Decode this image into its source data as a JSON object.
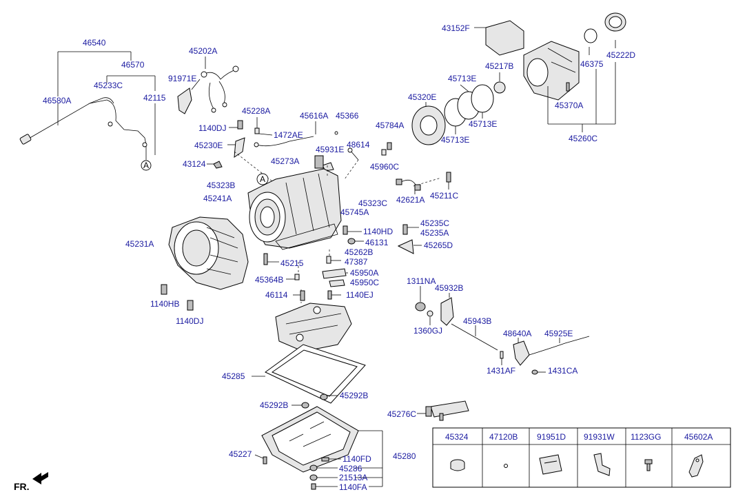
{
  "labels": {
    "l46540": "46540",
    "l46570": "46570",
    "l46580A": "46580A",
    "l45233C": "45233C",
    "l42115": "42115",
    "l45202A": "45202A",
    "l91971E": "91971E",
    "l45228A": "45228A",
    "l1140DJ_a": "1140DJ",
    "l1472AE": "1472AE",
    "l45230E": "45230E",
    "l45616A": "45616A",
    "l45366": "45366",
    "l43124": "43124",
    "l45273A": "45273A",
    "l45931E": "45931E",
    "l48614": "48614",
    "l45323B": "45323B",
    "l45241A": "45241A",
    "l45745A": "45745A",
    "l45323C": "45323C",
    "l45231A": "45231A",
    "l1140HD": "1140HD",
    "l46131": "46131",
    "l45215": "45215",
    "l45262B": "45262B",
    "l47387": "47387",
    "l45364B": "45364B",
    "l45950A": "45950A",
    "l45950C": "45950C",
    "l46114": "46114",
    "l1140EJ": "1140EJ",
    "l1140HB": "1140HB",
    "l1140DJ_b": "1140DJ",
    "l45285": "45285",
    "l45292B_a": "45292B",
    "l45292B_b": "45292B",
    "l45227": "45227",
    "l1140FD": "1140FD",
    "l45286": "45286",
    "l21513A": "21513A",
    "l1140FA": "1140FA",
    "l45280": "45280",
    "l45276C": "45276C",
    "l43152F": "43152F",
    "l45217B": "45217B",
    "l45713E_a": "45713E",
    "l45713E_b": "45713E",
    "l45713E_c": "45713E",
    "l45320E": "45320E",
    "l45784A": "45784A",
    "l45960C": "45960C",
    "l42621A": "42621A",
    "l45211C": "45211C",
    "l45235C": "45235C",
    "l45235A": "45235A",
    "l45265D": "45265D",
    "l1311NA": "1311NA",
    "l45932B": "45932B",
    "l1360GJ": "1360GJ",
    "l45943B": "45943B",
    "l48640A": "48640A",
    "l45925E": "45925E",
    "l1431AF": "1431AF",
    "l1431CA": "1431CA",
    "l46375": "46375",
    "l45222D": "45222D",
    "l45370A": "45370A",
    "l45260C": "45260C",
    "markerA1": "A",
    "markerA2": "A",
    "fr": "FR."
  },
  "legend_table": {
    "headers": [
      "45324",
      "47120B",
      "91951D",
      "91931W",
      "1123GG",
      "45602A"
    ]
  }
}
